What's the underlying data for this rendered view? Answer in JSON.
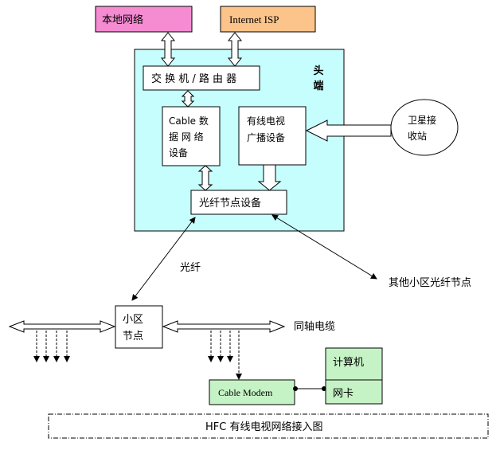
{
  "diagram": {
    "local_network": "本地网络",
    "internet_isp": "Internet ISP",
    "headend_line1": "头",
    "headend_line2": "端",
    "switch_router": "交 换 机 / 路 由 器",
    "cable_data_lines": [
      "Cable 数",
      "据 网 络",
      "设备"
    ],
    "catv_lines": [
      "有线电视",
      "广播设备"
    ],
    "satellite_lines": [
      "卫星接",
      "收站"
    ],
    "fiber_node": "光纤节点设备",
    "fiber_label": "光纤",
    "other_nodes": "其他小区光纤节点",
    "cell_node_lines": [
      "小区",
      "节点"
    ],
    "coax_label": "同轴电缆",
    "computer": "计算机",
    "nic": "网卡",
    "cable_modem": "Cable Modem",
    "caption": "HFC 有线电视网络接入图"
  },
  "colors": {
    "local_network": "#f58bd1",
    "internet_isp": "#fcc48a",
    "headend": "#c6fdfd",
    "cable_modem": "#c6f3c6",
    "computer": "#c6f3c6"
  }
}
